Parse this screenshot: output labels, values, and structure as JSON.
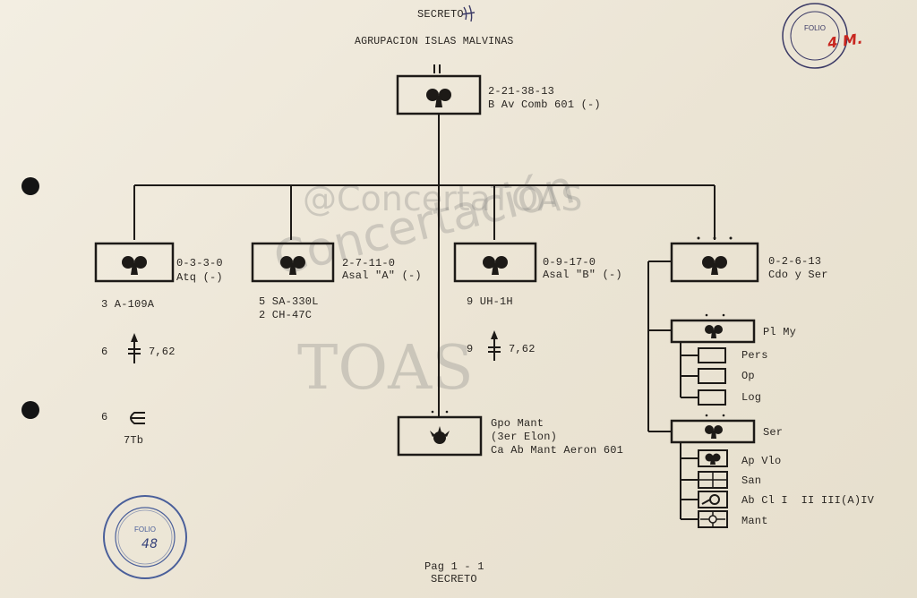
{
  "header": {
    "classification": "SECRETO",
    "title": "AGRUPACION ISLAS MALVINAS",
    "folio_top": "4 M."
  },
  "hq": {
    "code": "2-21-38-13",
    "name": "B Av Comb 601 (-)",
    "size_mark": "II"
  },
  "units": {
    "attack": {
      "code": "0-3-3-0",
      "name": "Atq (-)",
      "aircraft": "3 A-109A",
      "weapon_count": "6",
      "weapon_caliber": "7,62",
      "torpedo_count": "6",
      "torpedo_label": "7Tb"
    },
    "assault_a": {
      "code": "2-7-11-0",
      "name": "Asal \"A\" (-)",
      "aircraft_1": "5 SA-330L",
      "aircraft_2": "2 CH-47C"
    },
    "assault_b": {
      "code": "0-9-17-0",
      "name": "Asal \"B\" (-)",
      "aircraft": "9 UH-1H",
      "weapon_count": "9",
      "weapon_caliber": "7,62"
    },
    "command": {
      "code": "0-2-6-13",
      "name": "Cdo y Ser",
      "plmy": {
        "label": "Pl My",
        "items": [
          "Pers",
          "Op",
          "Log"
        ]
      },
      "ser": {
        "label": "Ser",
        "items": [
          "Ap Vlo",
          "San",
          "Ab Cl I  II III(A)IV",
          "Mant"
        ]
      }
    },
    "maintenance": {
      "line1": "Gpo Mant",
      "line2": "(3er Elon)",
      "line3": "Ca Ab Mant Aeron 601"
    }
  },
  "footer": {
    "page": "Pag 1 - 1",
    "classification": "SECRETO",
    "folio_bottom": "48"
  },
  "watermark": {
    "handle": "@ConcertaTOAS",
    "brand_arc": "Concertación",
    "brand": "TOAS"
  }
}
